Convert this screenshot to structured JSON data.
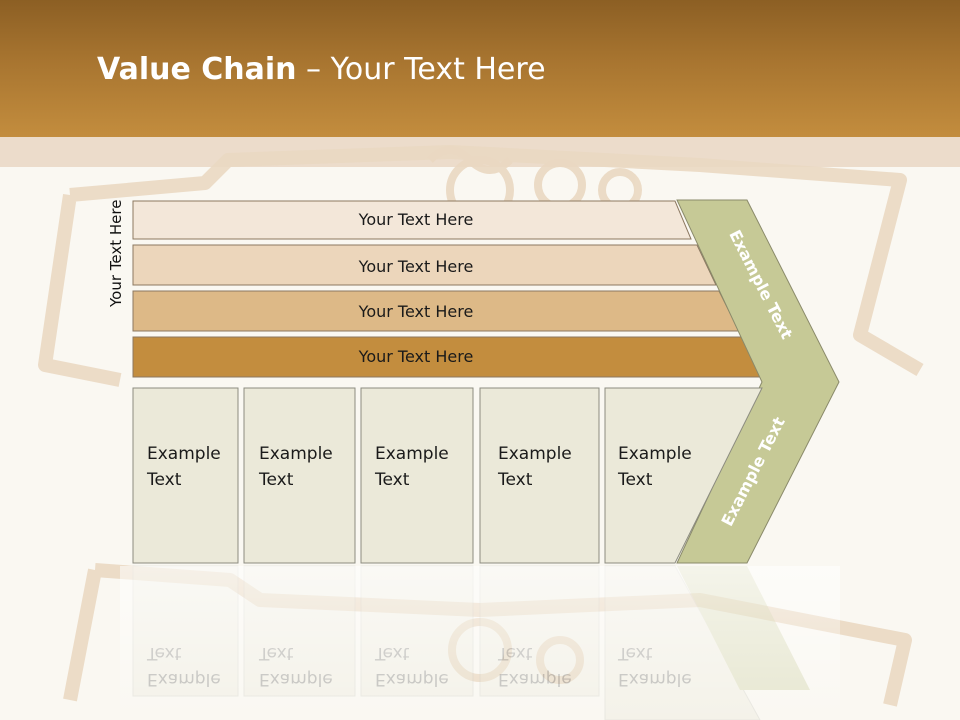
{
  "slide": {
    "title_bold": "Value Chain",
    "title_rest": " – Your Text Here",
    "side_label": "Your Text Here"
  },
  "support_bars": [
    {
      "label": "Your Text Here",
      "color": "#f3e7d9"
    },
    {
      "label": "Your Text Here",
      "color": "#ecd6bb"
    },
    {
      "label": "Your Text Here",
      "color": "#ddb987"
    },
    {
      "label": "Your Text Here",
      "color": "#c38d3e"
    }
  ],
  "primary_boxes": [
    {
      "line1": "Example",
      "line2": "Text"
    },
    {
      "line1": "Example",
      "line2": "Text"
    },
    {
      "line1": "Example",
      "line2": "Text"
    },
    {
      "line1": "Example",
      "line2": "Text"
    },
    {
      "line1": "Example",
      "line2": "Text"
    }
  ],
  "margin_arrow": {
    "upper_label": "Example Text",
    "lower_label": "Example Text",
    "color": "#c6c996"
  },
  "colors": {
    "header": "#a87530",
    "box_fill": "#ebe9d9",
    "arrow": "#c6c996"
  }
}
